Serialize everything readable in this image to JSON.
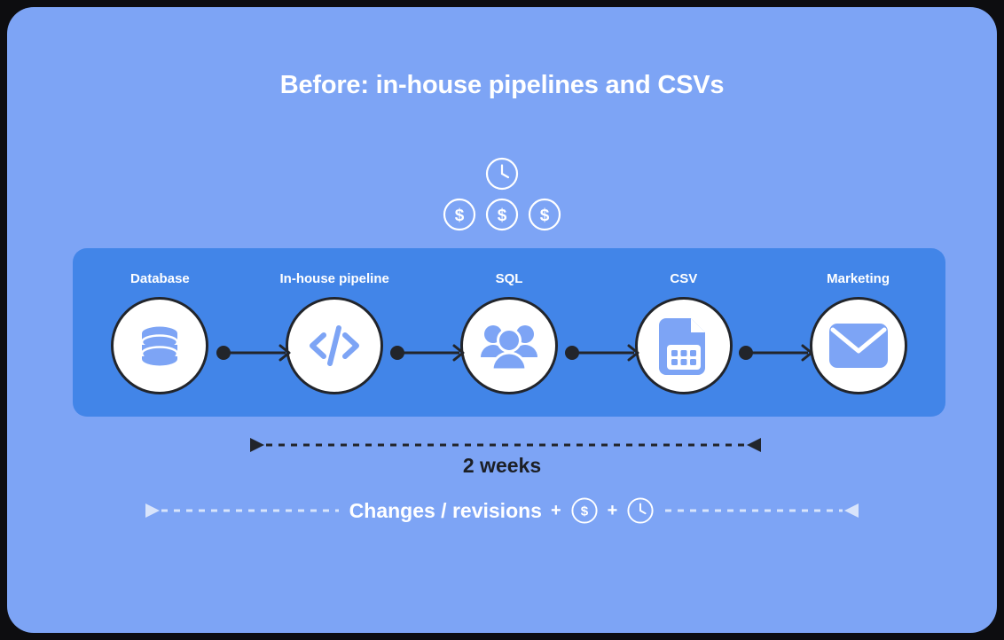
{
  "card": {
    "background_color": "#7da4f5",
    "panel_color": "#4285e8",
    "icon_color": "#7da4f5",
    "outline_color": "#22252b"
  },
  "title": "Before: in-house pipelines and CSVs",
  "cost_cluster": {
    "time_icons": [
      "clock-icon"
    ],
    "cost_icons": [
      "dollar-icon",
      "dollar-icon",
      "dollar-icon"
    ]
  },
  "pipeline": {
    "nodes": [
      {
        "label": "Database",
        "icon": "database-icon"
      },
      {
        "label": "In-house pipeline",
        "icon": "code-icon"
      },
      {
        "label": "SQL",
        "icon": "people-icon"
      },
      {
        "label": "CSV",
        "icon": "spreadsheet-file-icon"
      },
      {
        "label": "Marketing",
        "icon": "envelope-icon"
      }
    ],
    "connector_count": 4
  },
  "duration": {
    "label": "2 weeks",
    "measure_line": "dashed-double-arrow"
  },
  "changes": {
    "text": "Changes / revisions",
    "plus_1": "+",
    "plus_2": "+",
    "cost_icon": "dollar-icon",
    "time_icon": "clock-icon"
  }
}
